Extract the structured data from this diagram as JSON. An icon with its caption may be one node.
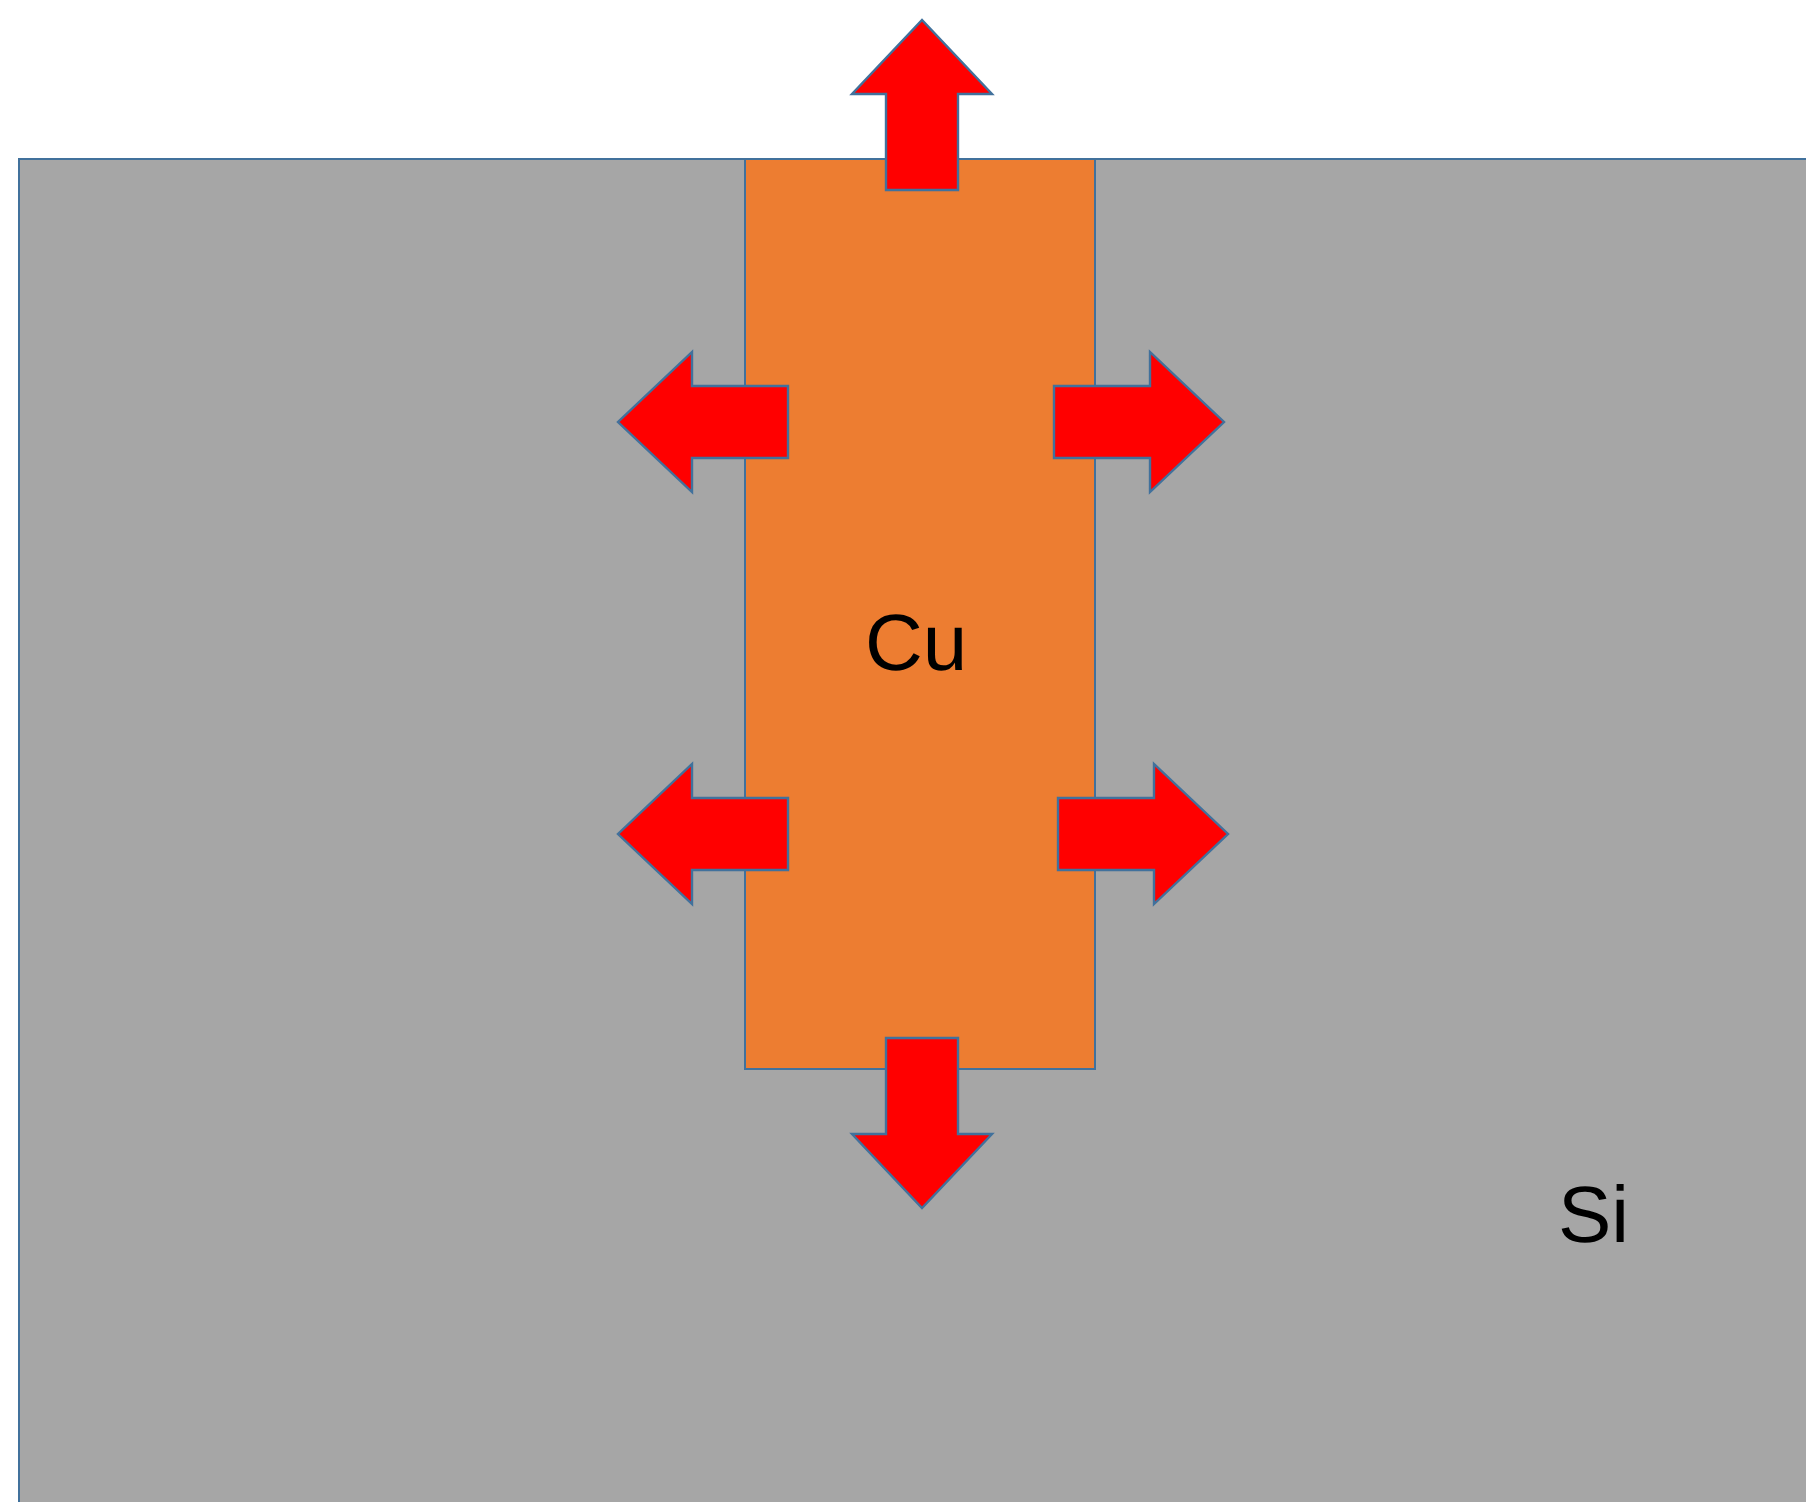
{
  "diagram": {
    "nodes": [
      {
        "text": [
          "Si"
        ]
      },
      {
        "text": [
          "Cu"
        ],
        "in": 0
      }
    ]
  }
}
